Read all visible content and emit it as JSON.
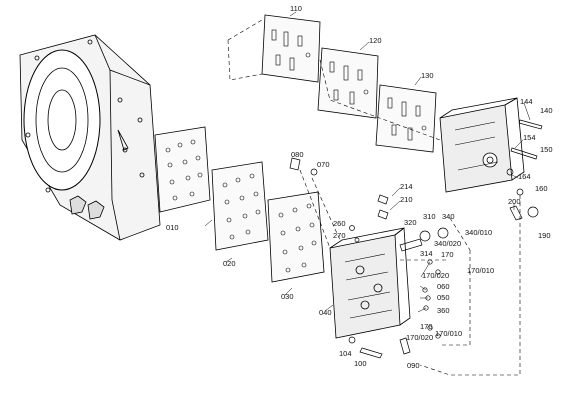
{
  "labels": [
    {
      "id": "110",
      "text": "110"
    },
    {
      "id": "120",
      "text": "120"
    },
    {
      "id": "130",
      "text": "130"
    },
    {
      "id": "144",
      "text": "144"
    },
    {
      "id": "140",
      "text": "140"
    },
    {
      "id": "154",
      "text": "154"
    },
    {
      "id": "150",
      "text": "150"
    },
    {
      "id": "164",
      "text": "164"
    },
    {
      "id": "160",
      "text": "160"
    },
    {
      "id": "200",
      "text": "200"
    },
    {
      "id": "190",
      "text": "190"
    },
    {
      "id": "080",
      "text": "080"
    },
    {
      "id": "070",
      "text": "070"
    },
    {
      "id": "214",
      "text": "214"
    },
    {
      "id": "210",
      "text": "210"
    },
    {
      "id": "320",
      "text": "320"
    },
    {
      "id": "310",
      "text": "310"
    },
    {
      "id": "340",
      "text": "340"
    },
    {
      "id": "340_010",
      "text": "340/010"
    },
    {
      "id": "340_020",
      "text": "340/020"
    },
    {
      "id": "314",
      "text": "314"
    },
    {
      "id": "260",
      "text": "260"
    },
    {
      "id": "270",
      "text": "270"
    },
    {
      "id": "170a",
      "text": "170"
    },
    {
      "id": "170_020a",
      "text": "170/020"
    },
    {
      "id": "170_010a",
      "text": "170/010"
    },
    {
      "id": "060",
      "text": "060"
    },
    {
      "id": "050",
      "text": "050"
    },
    {
      "id": "360",
      "text": "360"
    },
    {
      "id": "170b",
      "text": "170"
    },
    {
      "id": "170_020b",
      "text": "170/020"
    },
    {
      "id": "170_010b",
      "text": "170/010"
    },
    {
      "id": "010",
      "text": "010"
    },
    {
      "id": "020",
      "text": "020"
    },
    {
      "id": "030",
      "text": "030"
    },
    {
      "id": "040",
      "text": "040"
    },
    {
      "id": "104",
      "text": "104"
    },
    {
      "id": "100",
      "text": "100"
    },
    {
      "id": "090",
      "text": "090"
    }
  ]
}
